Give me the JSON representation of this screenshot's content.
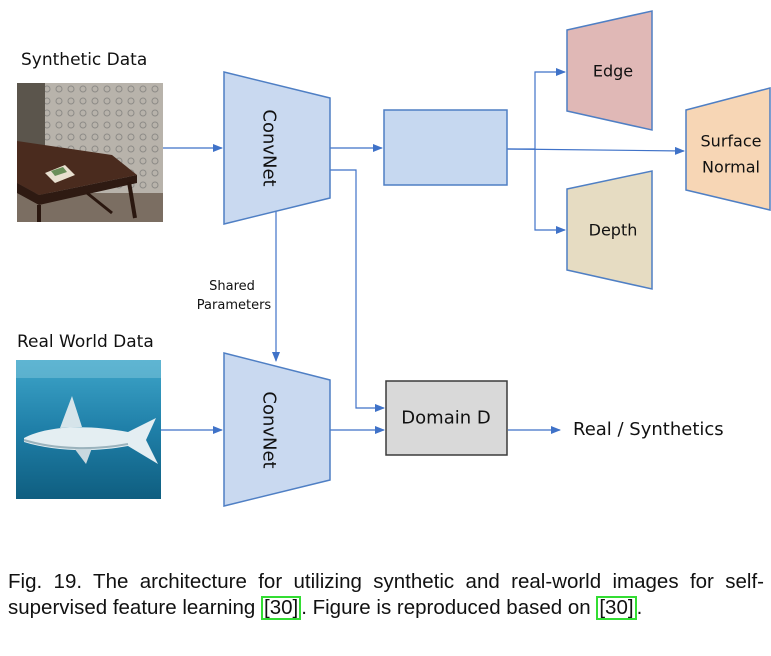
{
  "inputs": {
    "synthetic_label": "Synthetic Data",
    "real_label": "Real World Data"
  },
  "encoders": {
    "top_label": "ConvNet",
    "bottom_label": "ConvNet",
    "shared_line1": "Shared",
    "shared_line2": "Parameters"
  },
  "heads": {
    "edge": "Edge",
    "depth": "Depth",
    "normal_line1": "Surface",
    "normal_line2": "Normal"
  },
  "discriminator": {
    "label": "Domain D",
    "output": "Real / Synthetics"
  },
  "caption": {
    "text_before": "Fig. 19. The architecture for utilizing synthetic and real-world images for self-supervised feature learning ",
    "ref1": "[30]",
    "text_middle": ". Figure is reproduced based on ",
    "ref2": "[30]",
    "text_after": "."
  },
  "colors": {
    "encoder_fill": "#c9d9f0",
    "encoder_stroke": "#4f7fc4",
    "feature_fill": "#c6d8f0",
    "edge_fill": "#e0b8b6",
    "depth_fill": "#e6dcc2",
    "normal_fill": "#f7d6b5",
    "domain_fill": "#d9d9d9",
    "arrow": "#3f72c8",
    "ref_box": "#33dd33"
  }
}
